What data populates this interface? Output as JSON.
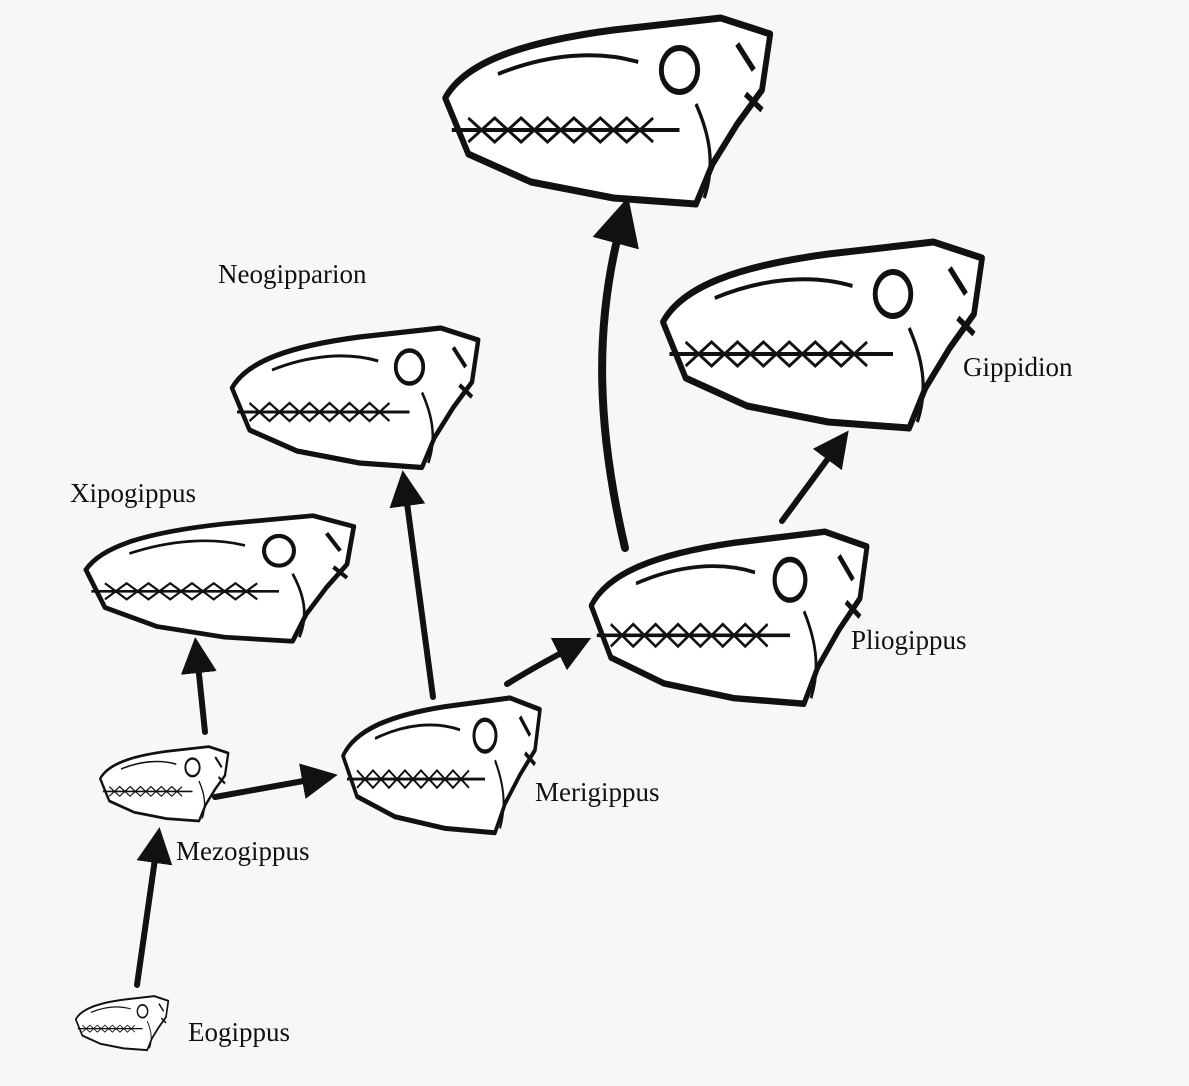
{
  "diagram": {
    "colors": {
      "background": "#f7f7f5",
      "ink": "#111111",
      "fill": "#ffffff"
    },
    "taxa": {
      "eogippus": "Eogippus",
      "mezogippus": "Mezogippus",
      "xipogippus": "Xipogippus",
      "merigippus": "Merigippus",
      "neogipparion": "Neogipparion",
      "pliogippus": "Pliogippus",
      "gippidion": "Gippidion"
    }
  }
}
